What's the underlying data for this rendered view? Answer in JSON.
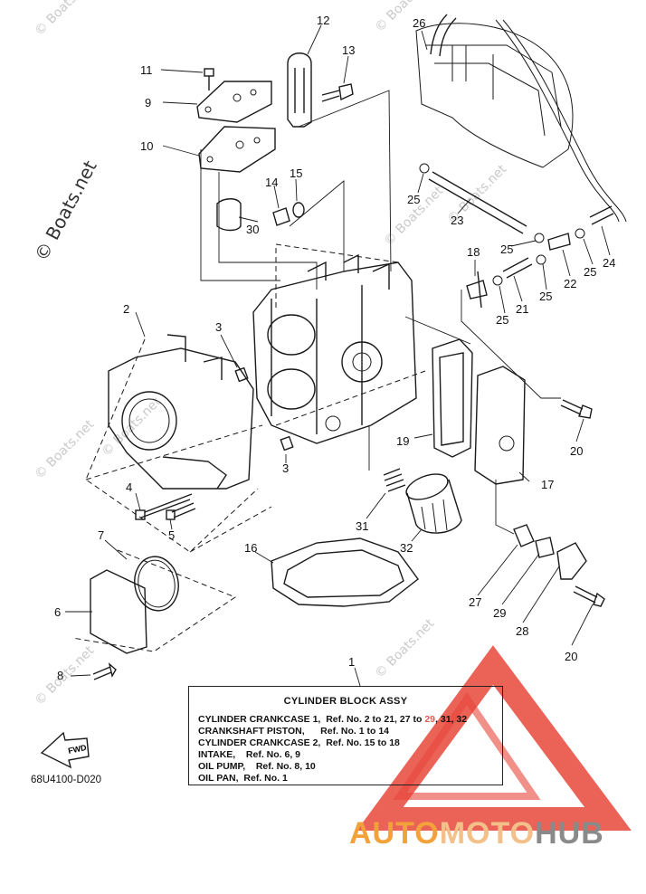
{
  "watermark_text": "© Boats.net",
  "callouts": [
    "1",
    "2",
    "3",
    "3",
    "4",
    "5",
    "6",
    "7",
    "8",
    "9",
    "10",
    "11",
    "12",
    "13",
    "14",
    "15",
    "16",
    "17",
    "18",
    "19",
    "20",
    "20",
    "21",
    "22",
    "23",
    "24",
    "25",
    "25",
    "25",
    "25",
    "25",
    "26",
    "27",
    "28",
    "29",
    "30",
    "31",
    "32"
  ],
  "legend": {
    "title": "CYLINDER BLOCK ASSY",
    "rows": [
      {
        "label": "CYLINDER CRANKCASE 1,",
        "text": "Ref. No. 2 to 21, 27 to",
        "red": "29",
        "tail": ", 31, 32"
      },
      {
        "label": "CRANKSHAFT PISTON,",
        "text": "Ref. No. 1 to 14",
        "red": "",
        "tail": ""
      },
      {
        "label": "CYLINDER CRANKCASE 2,",
        "text": "Ref. No. 15 to 18",
        "red": "",
        "tail": ""
      },
      {
        "label": "INTAKE,",
        "text": "Ref. No. 6, 9",
        "red": "",
        "tail": ""
      },
      {
        "label": "OIL PUMP,",
        "text": "Ref. No. 8, 10",
        "red": "",
        "tail": ""
      },
      {
        "label": "OIL PAN,",
        "text": "Ref. No. 1",
        "red": "",
        "tail": ""
      }
    ]
  },
  "fwd_label": "FWD",
  "diagram_code": "68U4100-D020",
  "logo": {
    "part1": "AUTO",
    "part2": "MOTO",
    "part3": "HUB"
  },
  "colors": {
    "line": "#1a1a1a",
    "watermark": "#c9c9c9",
    "logo_red": "#e8463a",
    "logo_orange": "#f3a23b"
  }
}
